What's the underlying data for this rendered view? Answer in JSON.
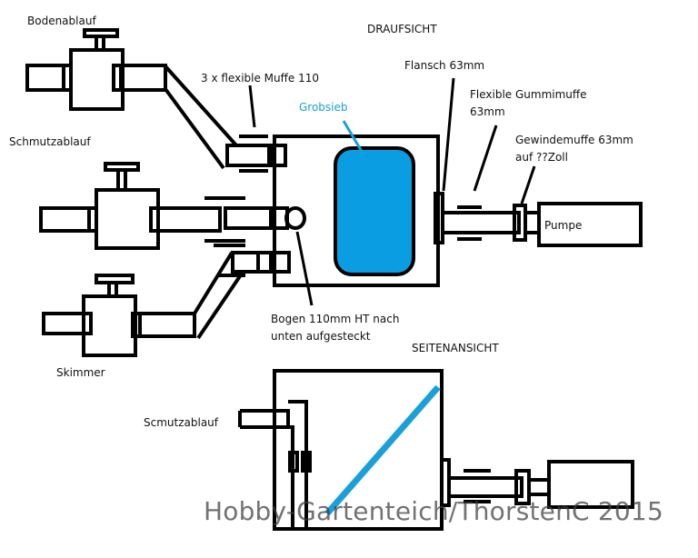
{
  "labels": {
    "title_top": "DRAUFSICHT",
    "title_side": "SEITENANSICHT",
    "bodenablauf": "Bodenablauf",
    "schmutzablauf": "Schmutzablauf",
    "skimmer": "Skimmer",
    "muffe": "3 x flexible Muffe 110",
    "grobsieb": "Grobsieb",
    "flansch": "Flansch 63mm",
    "gummimuffe_1": "Flexible Gummimuffe",
    "gummimuffe_2": "63mm",
    "gewindemuffe_1": "Gewindemuffe 63mm",
    "gewindemuffe_2": "auf ??Zoll",
    "pumpe": "Pumpe",
    "bogen_1": "Bogen 110mm HT nach",
    "bogen_2": "unten aufgesteckt",
    "scmutzablauf": "Scmutzablauf"
  },
  "watermark": "Hobby-Gartenteich/ThorstenC 2015",
  "colors": {
    "line": "#000000",
    "filter_blue": "#0a9de2",
    "label_blue": "#1a9fd8",
    "background": "#ffffff"
  }
}
